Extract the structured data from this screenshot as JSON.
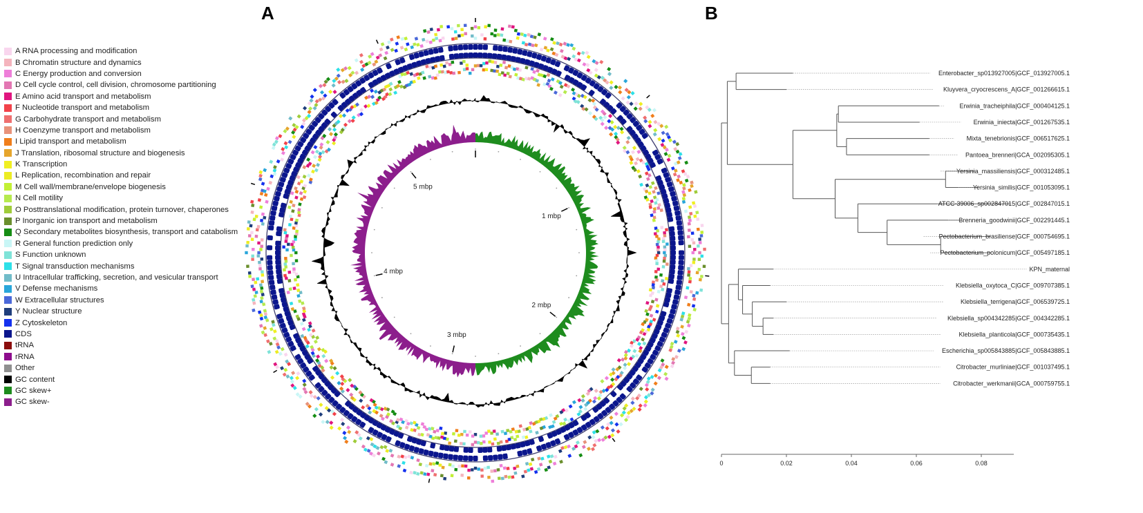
{
  "panels": {
    "a": "A",
    "b": "B"
  },
  "legend": [
    {
      "label": "A RNA processing and modification",
      "color": "#f9d6ee"
    },
    {
      "label": "B Chromatin structure and dynamics",
      "color": "#f4b4bd"
    },
    {
      "label": "C Energy production and conversion",
      "color": "#ee7fd9"
    },
    {
      "label": "D Cell cycle control, cell division, chromosome partitioning",
      "color": "#e377b3"
    },
    {
      "label": "E Amino acid transport and metabolism",
      "color": "#e0157f"
    },
    {
      "label": "F Nucleotide transport and metabolism",
      "color": "#f2424a"
    },
    {
      "label": "G Carbohydrate transport and metabolism",
      "color": "#ef6f6f"
    },
    {
      "label": "H Coenzyme transport and metabolism",
      "color": "#e8927a"
    },
    {
      "label": "I Lipid transport and metabolism",
      "color": "#f07e1b"
    },
    {
      "label": "J Translation, ribosomal structure and biogenesis",
      "color": "#e6a52c"
    },
    {
      "label": "K Transcription",
      "color": "#f0ef22"
    },
    {
      "label": "L Replication, recombination and repair",
      "color": "#ecec23"
    },
    {
      "label": "M Cell wall/membrane/envelope biogenesis",
      "color": "#c2f035"
    },
    {
      "label": "N Cell motility",
      "color": "#b6ea4e"
    },
    {
      "label": "O Posttranslational modification, protein turnover, chaperones",
      "color": "#9fcc3a"
    },
    {
      "label": "P Inorganic ion transport and metabolism",
      "color": "#6a8f2d"
    },
    {
      "label": "Q Secondary metabolites biosynthesis, transport and catabolism",
      "color": "#168d14"
    },
    {
      "label": "R General function prediction only",
      "color": "#c9f6f6"
    },
    {
      "label": "S Function unknown",
      "color": "#7fe3d8"
    },
    {
      "label": "T Signal transduction mechanisms",
      "color": "#2de0e8"
    },
    {
      "label": "U Intracellular trafficking, secretion, and vesicular transport",
      "color": "#71bcc9"
    },
    {
      "label": "V Defense mechanisms",
      "color": "#29a6da"
    },
    {
      "label": "W Extracellular structures",
      "color": "#4a68d9"
    },
    {
      "label": "Y Nuclear structure",
      "color": "#1f3e7c"
    },
    {
      "label": "Z Cytoskeleton",
      "color": "#1431ee"
    },
    {
      "label": "CDS",
      "color": "#0b168d"
    },
    {
      "label": "tRNA",
      "color": "#8b0d0d"
    },
    {
      "label": "rRNA",
      "color": "#8d0d8d"
    },
    {
      "label": "Other",
      "color": "#8f8f8f"
    },
    {
      "label": "GC content",
      "color": "#000000"
    },
    {
      "label": "GC skew+",
      "color": "#1e8c1e"
    },
    {
      "label": "GC skew-",
      "color": "#8c1e8c"
    }
  ],
  "genome_map": {
    "tick_labels": [
      "1 mbp",
      "2 mbp",
      "3 mbp",
      "4 mbp",
      "5 mbp"
    ],
    "tick_positions_mbp": [
      1,
      2,
      3,
      4,
      5
    ],
    "genome_size_mbp": 5.6,
    "colors": {
      "cds": "#0b168d",
      "gc_content": "#000000",
      "gc_skew_plus": "#1e8c1e",
      "gc_skew_minus": "#8c1e8c"
    }
  },
  "tree": {
    "axis_ticks": [
      "0",
      "0.02",
      "0.04",
      "0.06",
      "0.08"
    ],
    "axis_values": [
      0,
      0.02,
      0.04,
      0.06,
      0.08
    ],
    "leaves": [
      "Enterobacter_sp013927005|GCF_013927005.1",
      "Kluyvera_cryocrescens_A|GCF_001266615.1",
      "Erwinia_tracheiphila|GCF_000404125.1",
      "Erwinia_iniecta|GCF_001267535.1",
      "Mixta_tenebrionis|GCF_006517625.1",
      "Pantoea_brenneri|GCA_002095305.1",
      "Yersinia_massiliensis|GCF_000312485.1",
      "Yersinia_similis|GCF_001053095.1",
      "ATCC-39006_sp002847015|GCF_002847015.1",
      "Brenneria_goodwinii|GCF_002291445.1",
      "Pectobacterium_brasiliense|GCF_000754695.1",
      "Pectobacterium_polonicum|GCF_005497185.1",
      "KPN_maternal",
      "Klebsiella_oxytoca_C|GCF_009707385.1",
      "Klebsiella_terrigena|GCF_006539725.1",
      "Klebsiella_sp004342285|GCF_004342285.1",
      "Klebsiella_planticola|GCF_000735435.1",
      "Escherichia_sp005843885|GCF_005843885.1",
      "Citrobacter_murliniae|GCF_001037495.1",
      "Citrobacter_werkmanii|GCA_000759755.1"
    ]
  }
}
